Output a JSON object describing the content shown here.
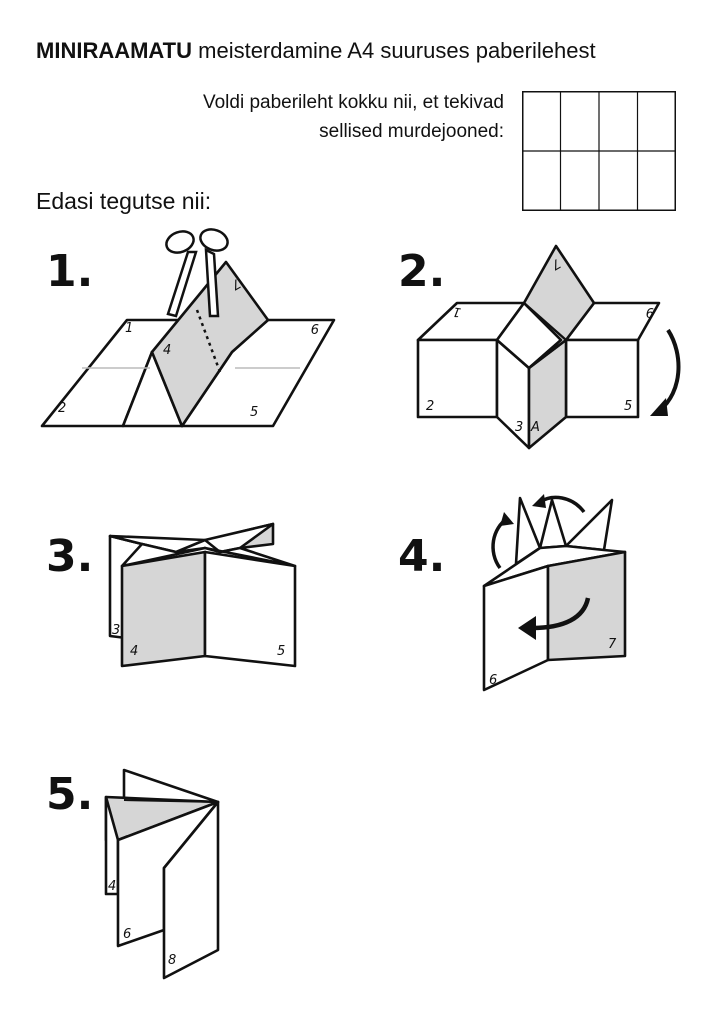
{
  "header": {
    "title_bold": "MINIRAAMATU",
    "title_rest": " meisterdamine A4 suuruses paberilehest"
  },
  "instruction": {
    "line1": "Voldi paberileht kokku nii, et tekivad",
    "line2": "sellised murdejooned:"
  },
  "subheading": "Edasi tegutse nii:",
  "steps": [
    {
      "number": "1.",
      "page_labels": [
        "1",
        "2",
        "4",
        "7",
        "9",
        "5"
      ]
    },
    {
      "number": "2.",
      "page_labels": [
        "1",
        "2",
        "7",
        "9",
        "3",
        "A",
        "5"
      ]
    },
    {
      "number": "3.",
      "page_labels": [
        "3",
        "4",
        "5"
      ]
    },
    {
      "number": "4.",
      "page_labels": [
        "6",
        "7"
      ]
    },
    {
      "number": "5.",
      "page_labels": [
        "4",
        "6",
        "8"
      ]
    }
  ],
  "colors": {
    "ink": "#111111",
    "fold_fill": "#d6d6d6"
  }
}
